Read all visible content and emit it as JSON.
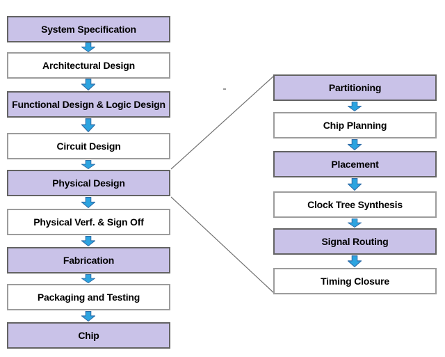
{
  "colors": {
    "background": "#FFFFFF",
    "box_fill_purple": "#C9C2E8",
    "box_fill_white": "#FFFFFF",
    "box_border_purple": "#636363",
    "box_border_white": "#9C9C9C",
    "arrow_fill": "#2CA4E0",
    "arrow_outline": "#2F6DA8",
    "connector_line": "#707070",
    "label_text": "#000000"
  },
  "icons": {
    "flow_arrow": "block-down-arrow"
  },
  "main_flow": {
    "steps": [
      {
        "label": "System Specification",
        "fill": "purple"
      },
      {
        "label": "Architectural Design",
        "fill": "white"
      },
      {
        "label": "Functional Design & Logic Design",
        "fill": "purple"
      },
      {
        "label": "Circuit Design",
        "fill": "white"
      },
      {
        "label": "Physical Design",
        "fill": "purple"
      },
      {
        "label": "Physical Verf. & Sign Off",
        "fill": "white"
      },
      {
        "label": "Fabrication",
        "fill": "purple"
      },
      {
        "label": "Packaging and Testing",
        "fill": "white"
      },
      {
        "label": "Chip",
        "fill": "purple"
      }
    ]
  },
  "physical_design_detail": {
    "steps": [
      {
        "label": "Partitioning",
        "fill": "purple"
      },
      {
        "label": "Chip Planning",
        "fill": "white"
      },
      {
        "label": "Placement",
        "fill": "purple"
      },
      {
        "label": "Clock Tree Synthesis",
        "fill": "white"
      },
      {
        "label": "Signal Routing",
        "fill": "purple"
      },
      {
        "label": "Timing Closure",
        "fill": "white"
      }
    ]
  }
}
